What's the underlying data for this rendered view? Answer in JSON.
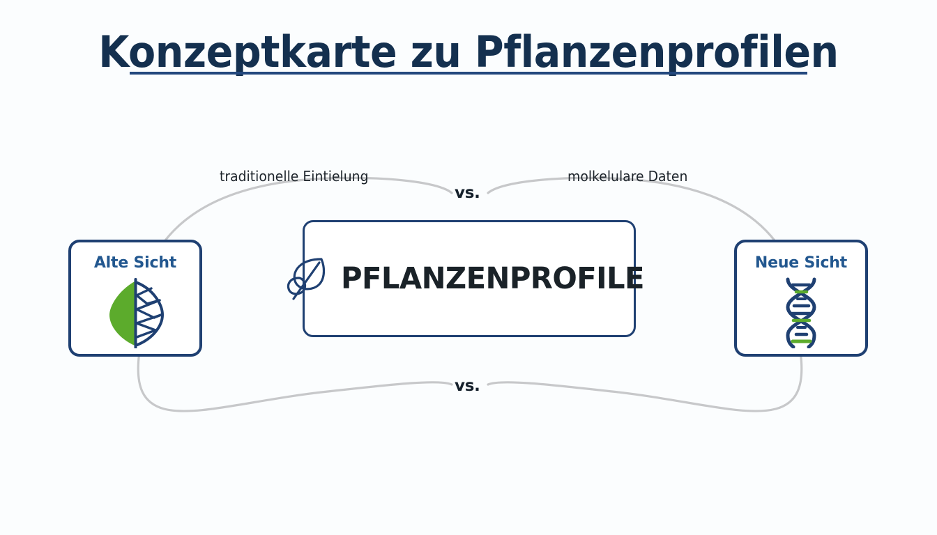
{
  "header": {
    "title": "Konzeptkarte zu Pflanzenprofilen"
  },
  "diagram": {
    "center": {
      "label": "PFLANZENPROFILE",
      "icon": "leaf-outline-icon"
    },
    "left_card": {
      "title": "Alte Sicht",
      "icon": "split-leaf-icon"
    },
    "right_card": {
      "title": "Neue Sicht",
      "icon": "dna-helix-icon"
    },
    "captions": {
      "left": "traditionelle Eintielung",
      "right": "molkelulare Daten"
    },
    "connectors": {
      "vs_top": "vs.",
      "vs_bottom": "vs."
    }
  },
  "colors": {
    "background": "#fbfdfe",
    "title_navy": "#14304f",
    "rule_navy": "#23487e",
    "card_border_navy": "#1f4072",
    "card_title_blue": "#22578f",
    "center_text_dark": "#1a2228",
    "leaf_green": "#5cab2c",
    "connector_gray": "#c7c8ca"
  }
}
